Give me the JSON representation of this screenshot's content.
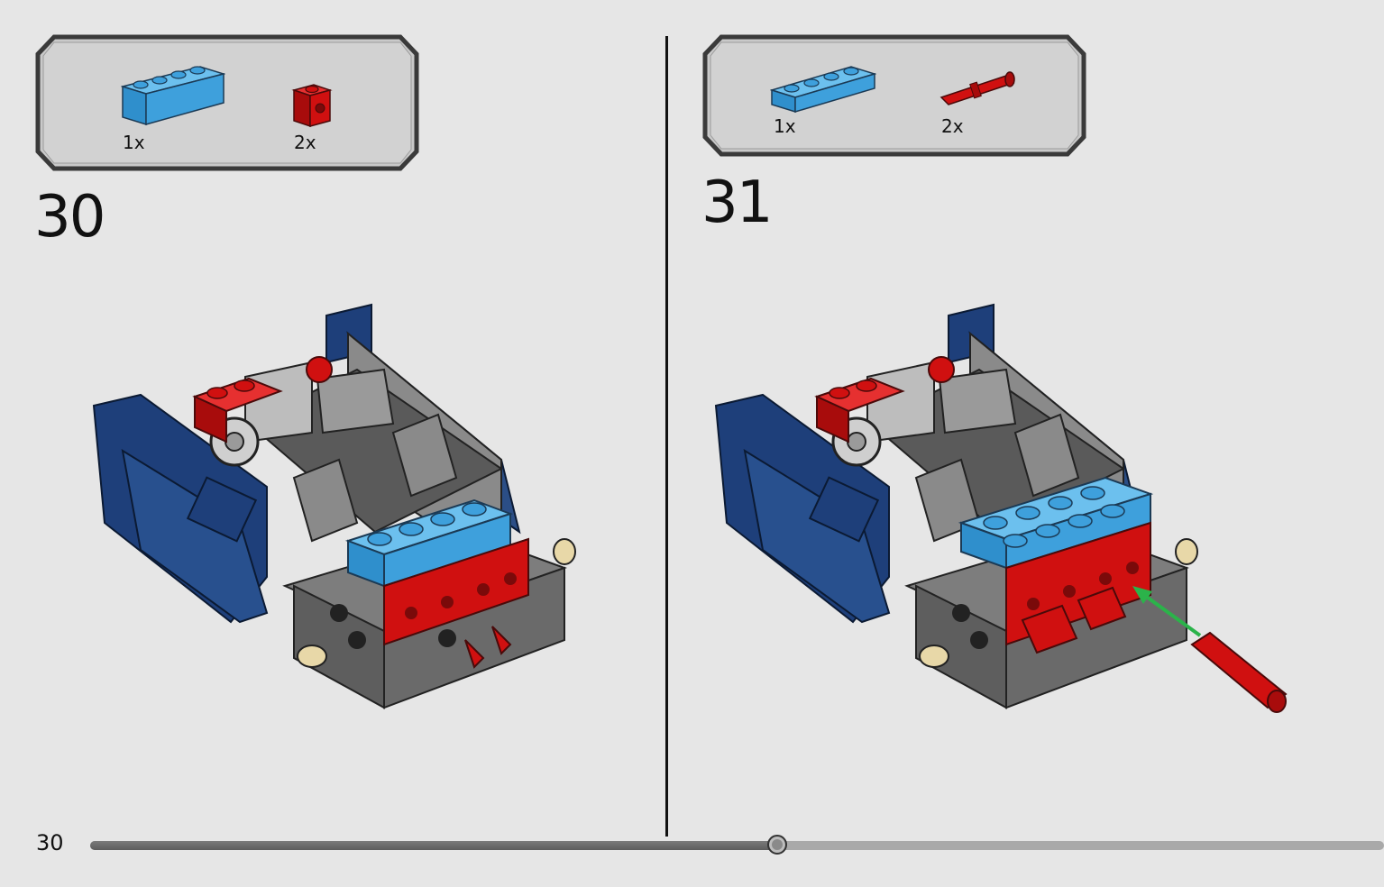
{
  "page": {
    "number": "30"
  },
  "progress": {
    "fraction": 0.531
  },
  "steps": [
    {
      "number": "30",
      "parts": [
        {
          "name": "blue 1x4 brick",
          "qty": "1x",
          "color": "#3ea0dc"
        },
        {
          "name": "red 1x1 technic brick",
          "qty": "2x",
          "color": "#d01010"
        }
      ]
    },
    {
      "number": "31",
      "parts": [
        {
          "name": "blue 1x4 plate",
          "qty": "1x",
          "color": "#3ea0dc"
        },
        {
          "name": "red technic pin",
          "qty": "2x",
          "color": "#d01010"
        }
      ]
    }
  ],
  "colors": {
    "dark_blue": "#1e3f7a",
    "medium_blue": "#3ea0dc",
    "red": "#d01010",
    "dark_gray": "#5a5a5a",
    "light_gray": "#bdbdbd",
    "tan": "#e8d8a8",
    "arrow": "#2bb34a"
  }
}
